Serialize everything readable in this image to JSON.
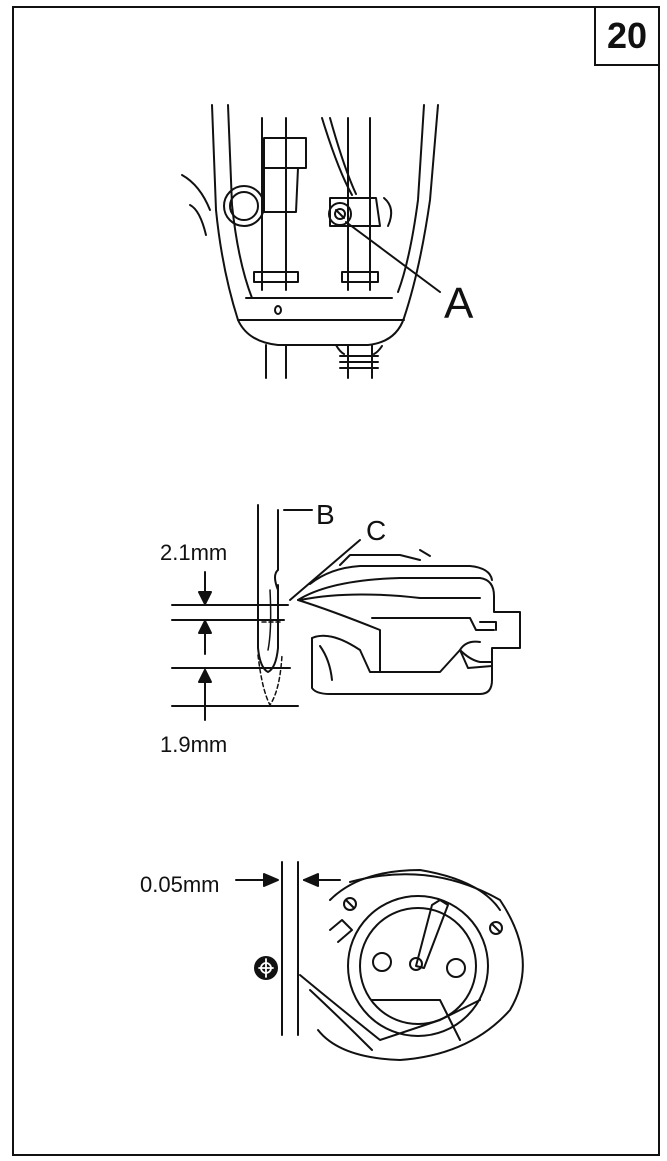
{
  "page": {
    "number": "20"
  },
  "figure1": {
    "label_a": "A"
  },
  "figure2": {
    "label_b": "B",
    "label_c": "C",
    "dim_top": "2.1mm",
    "dim_bottom": "1.9mm"
  },
  "figure3": {
    "dim_gap": "0.05mm",
    "marker_icon": "inspect-marker-icon"
  }
}
